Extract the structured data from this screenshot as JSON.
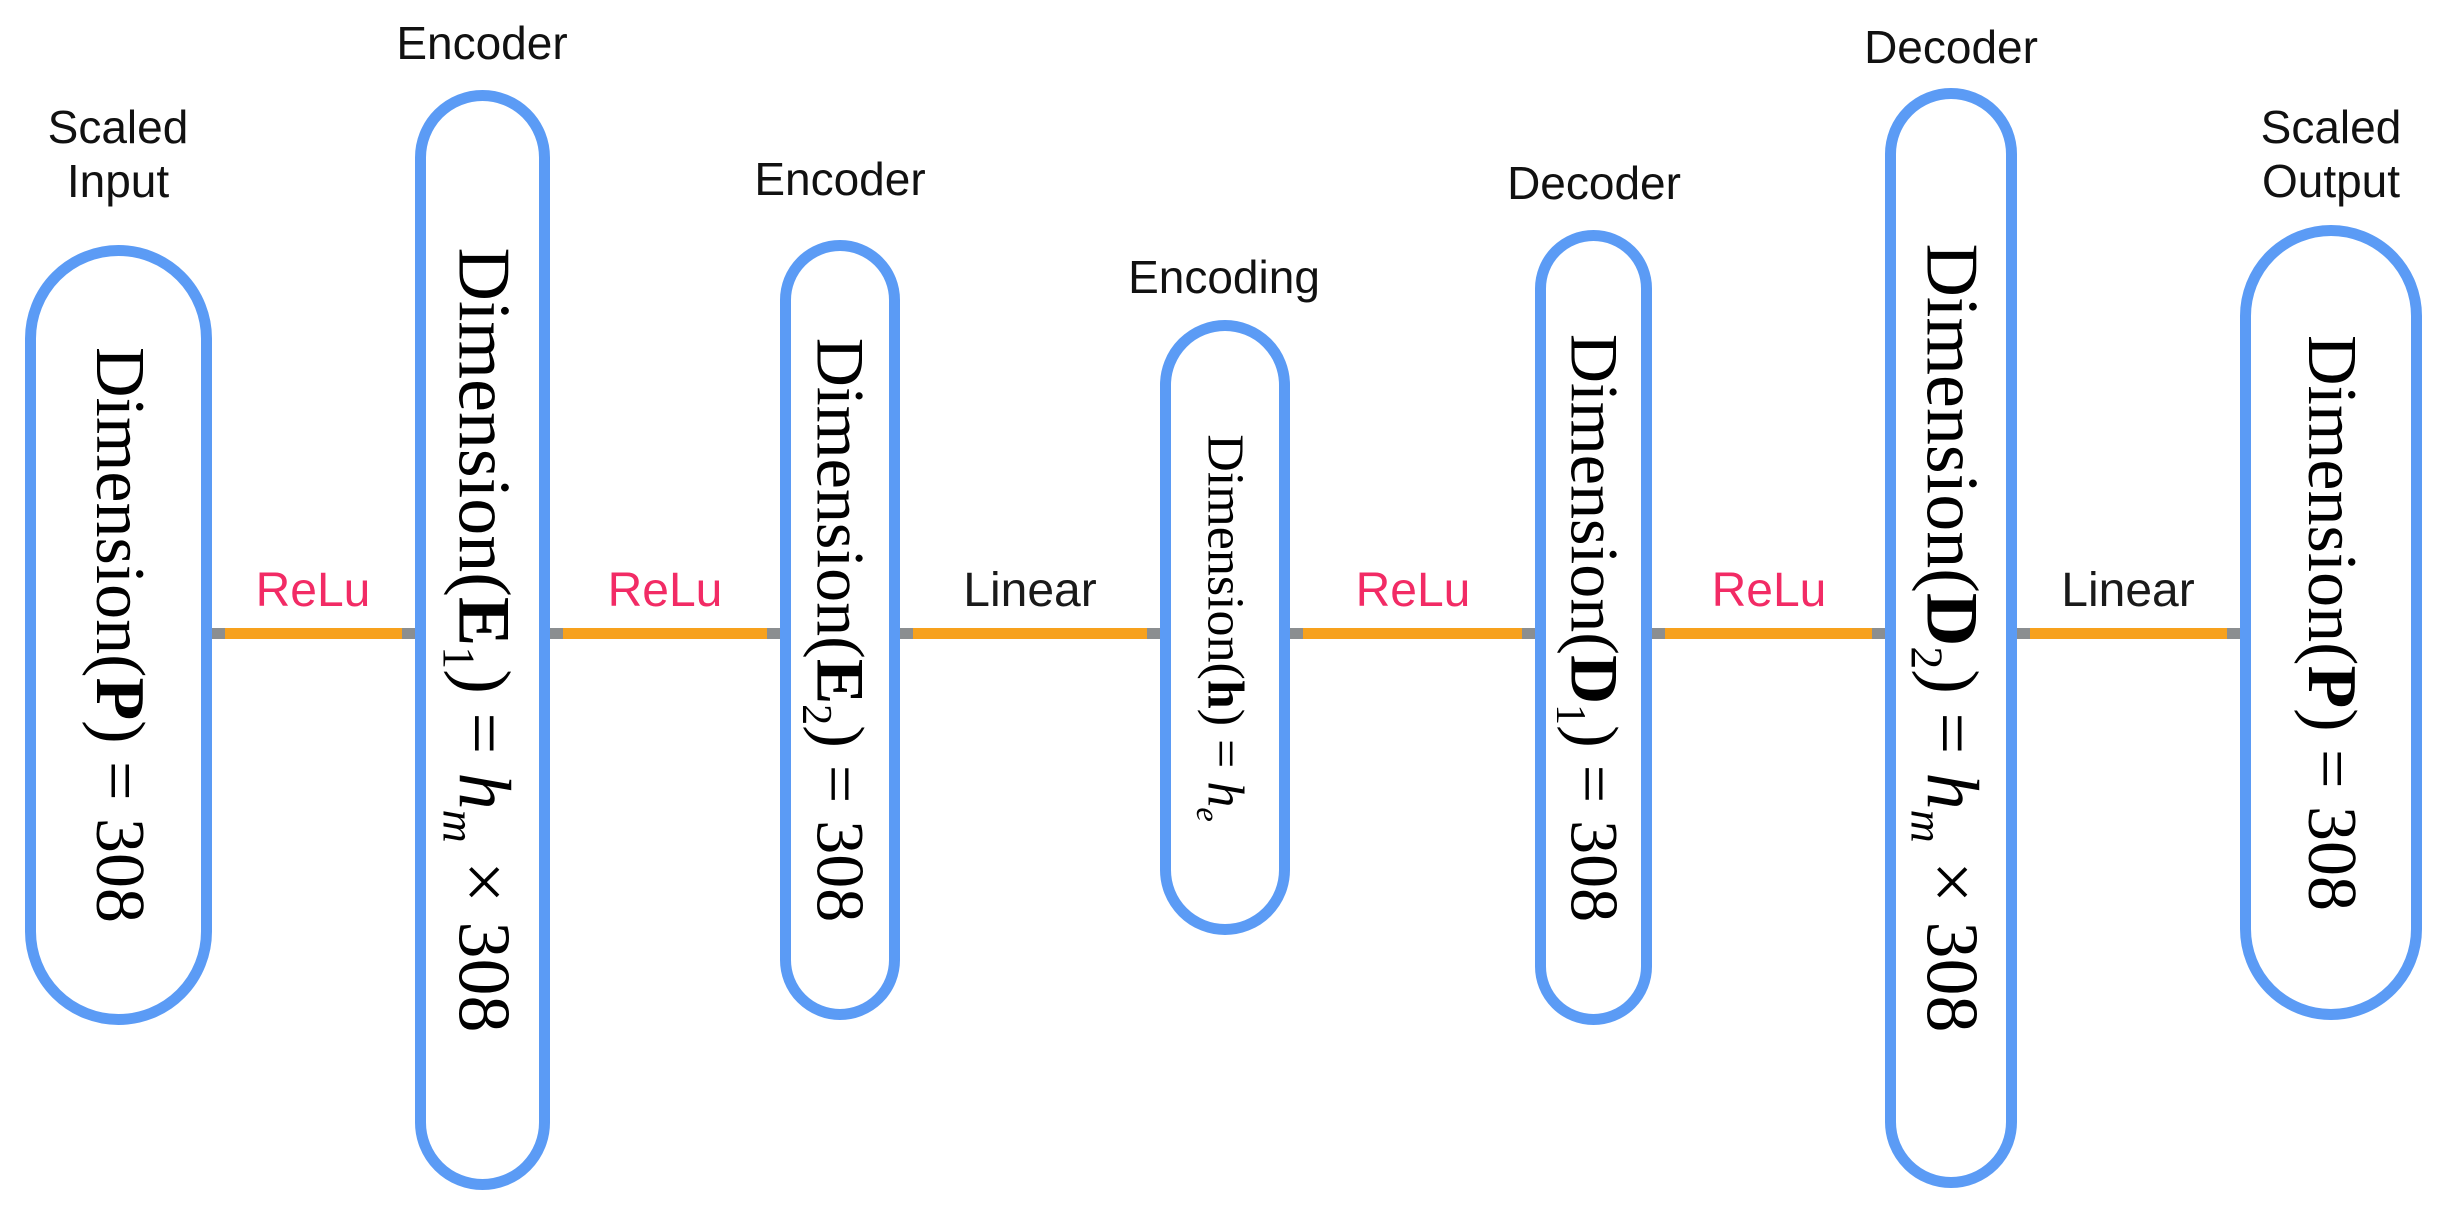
{
  "diagram": {
    "description": "Autoencoder architecture diagram",
    "colors": {
      "node_border": "#5B9BF5",
      "node_fill": "#ffffff",
      "connector_line": "#F7A11D",
      "connector_end_cap": "#8B8E90",
      "relu_label": "#F22B65",
      "linear_label": "#1a1a1a",
      "text": "#000000",
      "background": "#ffffff"
    },
    "nodes": [
      {
        "id": "scaled-input",
        "title": "Scaled\nInput",
        "formula": [
          {
            "t": "Dimension("
          },
          {
            "t": "P",
            "b": 1
          },
          {
            "t": ") = 308"
          }
        ]
      },
      {
        "id": "encoder-1",
        "title": "Encoder",
        "formula": [
          {
            "t": "Dimension("
          },
          {
            "t": "E",
            "b": 1
          },
          {
            "t": "1",
            "sub": 1
          },
          {
            "t": ") = "
          },
          {
            "t": "h",
            "i": 1
          },
          {
            "t": "m",
            "i": 1,
            "sub": 1
          },
          {
            "t": " × 308"
          }
        ]
      },
      {
        "id": "encoder-2",
        "title": "Encoder",
        "formula": [
          {
            "t": "Dimension("
          },
          {
            "t": "E",
            "b": 1
          },
          {
            "t": "2",
            "sub": 1
          },
          {
            "t": ") = 308"
          }
        ]
      },
      {
        "id": "encoding",
        "title": "Encoding",
        "formula": [
          {
            "t": "Dimension("
          },
          {
            "t": "h",
            "b": 1
          },
          {
            "t": ") = "
          },
          {
            "t": "h",
            "i": 1
          },
          {
            "t": "e",
            "i": 1,
            "sub": 1
          }
        ]
      },
      {
        "id": "decoder-1",
        "title": "Decoder",
        "formula": [
          {
            "t": "Dimension("
          },
          {
            "t": "D",
            "b": 1
          },
          {
            "t": "1",
            "sub": 1
          },
          {
            "t": ") = 308"
          }
        ]
      },
      {
        "id": "decoder-2",
        "title": "Decoder",
        "formula": [
          {
            "t": "Dimension("
          },
          {
            "t": "D",
            "b": 1
          },
          {
            "t": "2",
            "sub": 1
          },
          {
            "t": ") = "
          },
          {
            "t": "h",
            "i": 1
          },
          {
            "t": "m",
            "i": 1,
            "sub": 1
          },
          {
            "t": " × 308"
          }
        ]
      },
      {
        "id": "scaled-output",
        "title": "Scaled\nOutput",
        "formula": [
          {
            "t": "Dimension("
          },
          {
            "t": "P",
            "b": 1
          },
          {
            "t": ") = 308"
          }
        ]
      }
    ],
    "connectors": [
      {
        "label": "ReLu",
        "type": "relu",
        "from": "scaled-input",
        "to": "encoder-1"
      },
      {
        "label": "ReLu",
        "type": "relu",
        "from": "encoder-1",
        "to": "encoder-2"
      },
      {
        "label": "Linear",
        "type": "linear",
        "from": "encoder-2",
        "to": "encoding"
      },
      {
        "label": "ReLu",
        "type": "relu",
        "from": "encoding",
        "to": "decoder-1"
      },
      {
        "label": "ReLu",
        "type": "relu",
        "from": "decoder-1",
        "to": "decoder-2"
      },
      {
        "label": "Linear",
        "type": "linear",
        "from": "decoder-2",
        "to": "scaled-output"
      }
    ]
  }
}
